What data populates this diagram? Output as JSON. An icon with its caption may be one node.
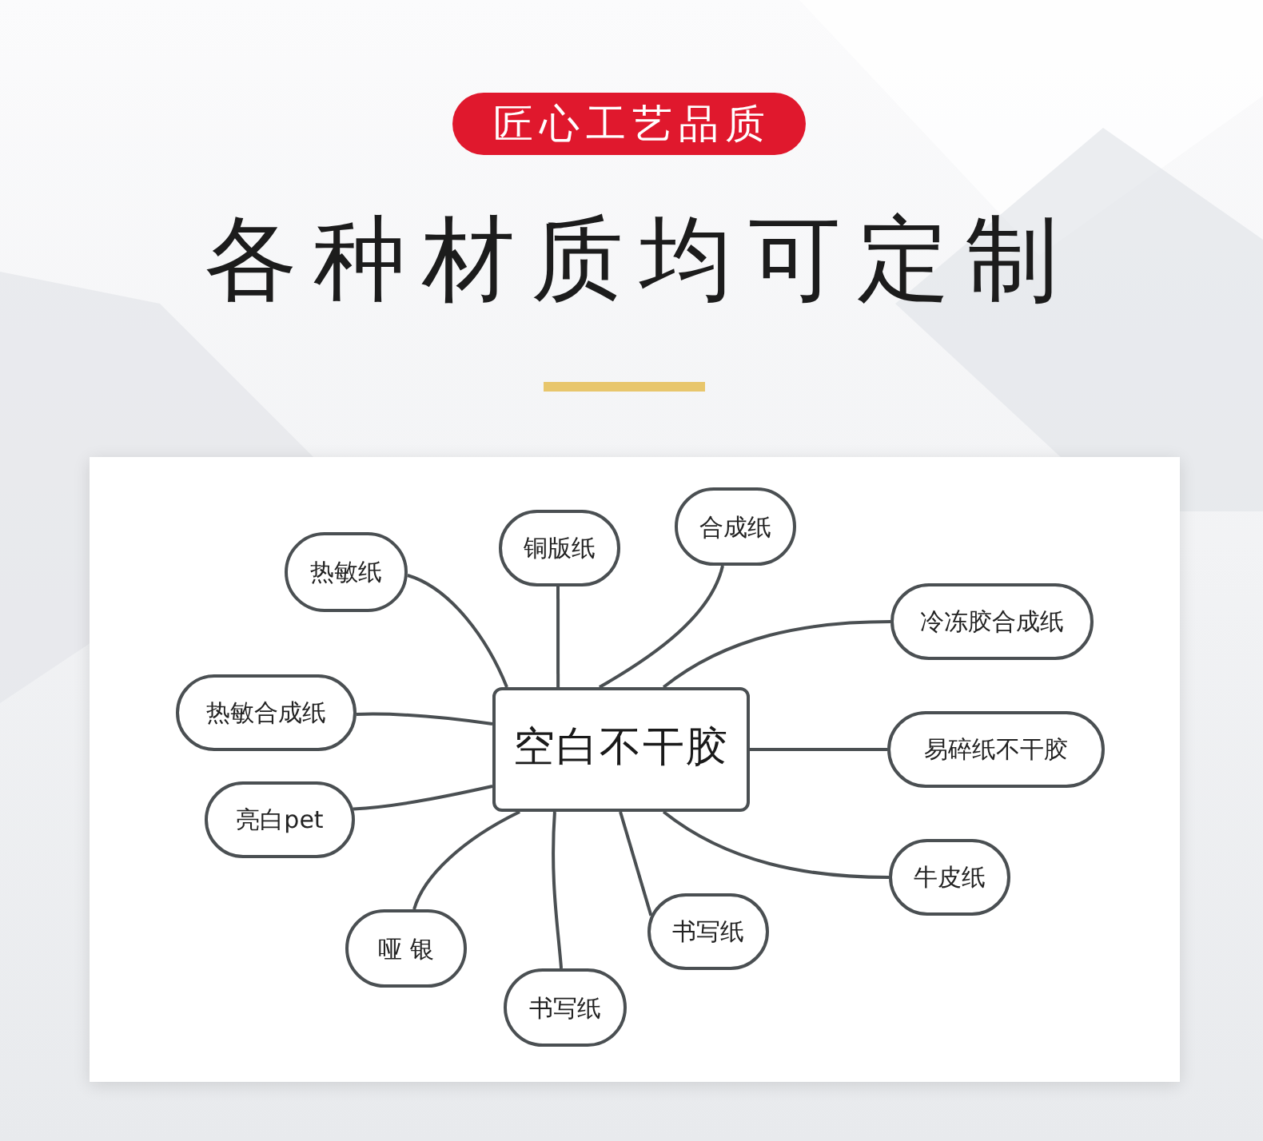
{
  "diagram": {
    "title": "各种材质均可定制",
    "nodes": [
      {
        "text": [
          "匠心工艺品质"
        ]
      },
      {
        "text": [
          "空白不干胶"
        ]
      },
      {
        "text": [
          "合成纸"
        ]
      },
      {
        "text": [
          "铜版纸"
        ]
      },
      {
        "text": [
          "热敏纸"
        ]
      },
      {
        "text": [
          "冷冻胶合成纸"
        ]
      },
      {
        "text": [
          "热敏合成纸"
        ]
      },
      {
        "text": [
          "易碎纸不干胶"
        ]
      },
      {
        "text": [
          "亮白pet"
        ]
      },
      {
        "text": [
          "牛皮纸"
        ]
      },
      {
        "text": [
          "书写纸"
        ]
      },
      {
        "text": [
          "哑 银"
        ]
      },
      {
        "text": [
          "书写纸"
        ]
      }
    ],
    "edges": [
      {
        "from": 1,
        "to": 2,
        "arrow": "none"
      },
      {
        "from": 1,
        "to": 3,
        "arrow": "none"
      },
      {
        "from": 1,
        "to": 4,
        "arrow": "none"
      },
      {
        "from": 1,
        "to": 5,
        "arrow": "none"
      },
      {
        "from": 1,
        "to": 6,
        "arrow": "none"
      },
      {
        "from": 1,
        "to": 7,
        "arrow": "none"
      },
      {
        "from": 1,
        "to": 8,
        "arrow": "none"
      },
      {
        "from": 1,
        "to": 9,
        "arrow": "none"
      },
      {
        "from": 1,
        "to": 10,
        "arrow": "none"
      },
      {
        "from": 1,
        "to": 11,
        "arrow": "none"
      },
      {
        "from": 1,
        "to": 12,
        "arrow": "none"
      }
    ]
  }
}
